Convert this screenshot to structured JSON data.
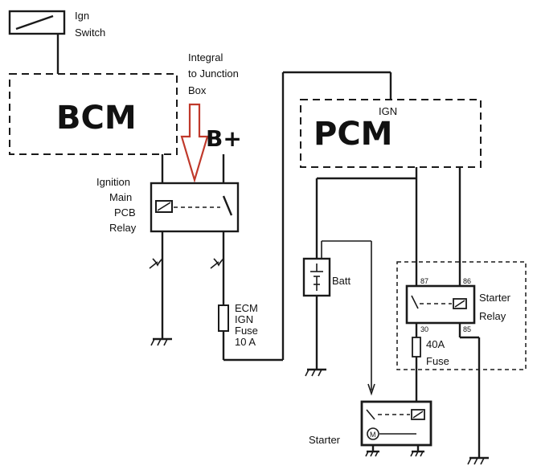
{
  "labels": {
    "ign_switch_line1": "Ign",
    "ign_switch_line2": "Switch",
    "bcm": "BCM",
    "pcm": "PCM",
    "ign": "IGN",
    "integral_line1": "Integral",
    "integral_line2": "to Junction",
    "integral_line3": "Box",
    "b_plus": "B+",
    "ignition_relay_line1": "Ignition",
    "ignition_relay_line2": "Main",
    "ignition_relay_line3": "PCB",
    "ignition_relay_line4": "Relay",
    "ecm_fuse_line1": "ECM",
    "ecm_fuse_line2": "IGN",
    "ecm_fuse_line3": "Fuse",
    "ecm_fuse_line4": "10 A",
    "batt": "Batt",
    "starter_relay_line1": "Starter",
    "starter_relay_line2": "Relay",
    "pin_87": "87",
    "pin_86": "86",
    "pin_30": "30",
    "pin_85": "85",
    "fuse_40a_line1": "40A",
    "fuse_40a_line2": "Fuse",
    "starter": "Starter",
    "motor": "M"
  },
  "colors": {
    "wire": "#1a1a1a",
    "arrow": "#c0392b",
    "background": "#ffffff"
  }
}
